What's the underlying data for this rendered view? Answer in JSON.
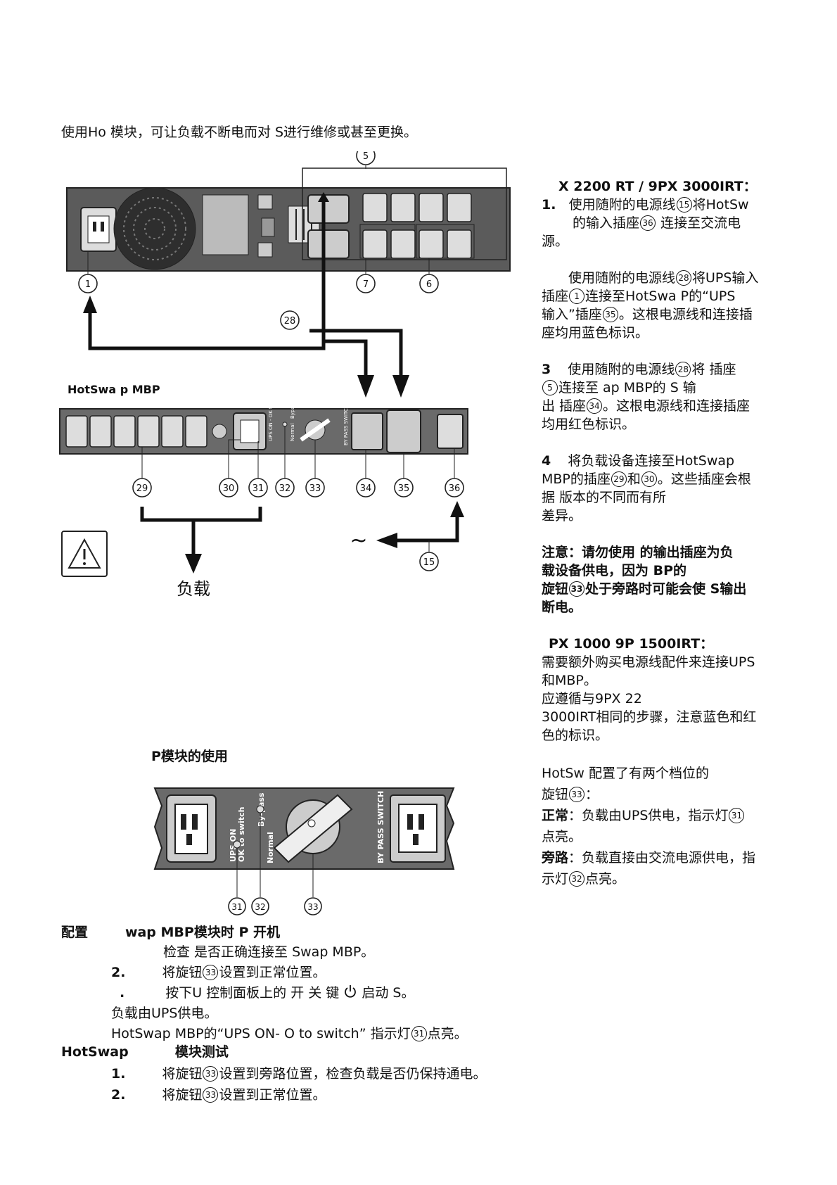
{
  "intro": "使用Ho                    模块，可让负载不断电而对      S进行维修或甚至更换。",
  "diagram1": {
    "ups_callouts": [
      "⑤",
      "①",
      "⑦",
      "⑥",
      "㉘"
    ],
    "mbp_title": "HotSwa p MBP",
    "mbp_callouts": [
      "㉙",
      "㉚",
      "㉛",
      "㉜",
      "㉝",
      "㉞",
      "㉟",
      "㊱",
      "⑮"
    ],
    "mbp_panel_labels": [
      "UPS ON - OK to switch",
      "Normal",
      "Bypass",
      "BY PASS SWITCH"
    ],
    "load_label": "负载",
    "ac_symbol": "~",
    "warning_icon": "warning-triangle-icon"
  },
  "right": {
    "title1": "X 2200 RT / 9PX 3000IRT：",
    "step1_num": "1.",
    "step1_a": "使用随附的电源线",
    "step1_b": "将HotSw",
    "step1_c": "的输入插座",
    "step1_d": "连接至交流电",
    "step1_e": "源。",
    "step2_a": "使用随附的电源线",
    "step2_b": "将UPS输入",
    "step2_c": "插座",
    "step2_d": "连接至HotSwa        P的“UPS",
    "step2_e": "输入”插座",
    "step2_f": "。这根电源线和连接插",
    "step2_g": "座均用蓝色标识。",
    "step3_num": "3",
    "step3_a": "使用随附的电源线",
    "step3_b": "将        插座",
    "step3_c": "连接至          ap MBP的      S 输",
    "step3_d": "出 插座",
    "step3_e": "。这根电源线和连接插座",
    "step3_f": "均用红色标识。",
    "step4_num": "4",
    "step4_a": "将负载设备连接至HotSwap",
    "step4_b": "MBP的插座",
    "step4_c": "和",
    "step4_d": "。这些插座会根",
    "step4_e": "据                        版本的不同而有所",
    "step4_f": "差异。",
    "note_a": "注意：请勿使用        的输出插座为负",
    "note_b": "载设备供电，因为                      BP的",
    "note_c": "旋钮",
    "note_d": "处于旁路时可能会使      S输出",
    "note_e": "断电。",
    "title2": "PX 1000        9P    1500IRT：",
    "p2_a": "需要额外购买电源线配件来连接UPS",
    "p2_b": "和MBP。",
    "p2_c": "应遵循与9PX 22",
    "p2_d": "3000IRT相同的步骤，注意蓝色和红",
    "p2_e": "色的标识。",
    "knob_a": "HotSw              配置了有两个档位的",
    "knob_b": "旋钮",
    "knob_c": "：",
    "normal_label": "正常",
    "normal_a": "：负载由UPS供电，指示灯",
    "normal_b": "点亮。",
    "bypass_label": "旁路",
    "bypass_a": "：负载直接由交流电源供电，指",
    "bypass_b": "示灯",
    "bypass_c": "点亮。"
  },
  "section2_title": "P模块的使用",
  "diagram2": {
    "labels": [
      "UPS ON",
      "OK to switch",
      "By-pass",
      "Normal",
      "BY PASS SWITCH"
    ],
    "callouts": [
      "㉛",
      "㉜",
      "㉝"
    ]
  },
  "config": {
    "heading_a": "配置",
    "heading_b": "wap MBP模块时   P   开机",
    "s1": "检查        是否正确连接至        Swap MBP。",
    "s2_num": "2.",
    "s2_a": "将旋钮",
    "s2_b": "设置到正常位置。",
    "s3_num": ".",
    "s3_a": "按下U      控制面板上的 开 关 键",
    "s3_icon": "power-icon",
    "s3_b": "启动      S。",
    "r1": "负载由UPS供电。",
    "r2_a": "HotSwap MBP的“UPS ON- O    to switch” 指示灯",
    "r2_b": "点亮。"
  },
  "test": {
    "heading_a": "HotSwap",
    "heading_b": "模块测试",
    "s1_num": "1.",
    "s1_a": "将旋钮",
    "s1_b": "设置到旁路位置，检查负载是否仍保持通电。",
    "s2_num": "2.",
    "s2_a": "将旋钮",
    "s2_b": "设置到正常位置。"
  },
  "circled": {
    "c1": "1",
    "c15": "15",
    "c28": "28",
    "c29": "29",
    "c30": "30",
    "c31": "31",
    "c32": "32",
    "c33": "33",
    "c34": "34",
    "c35": "35",
    "c36": "36",
    "c5": "5"
  }
}
